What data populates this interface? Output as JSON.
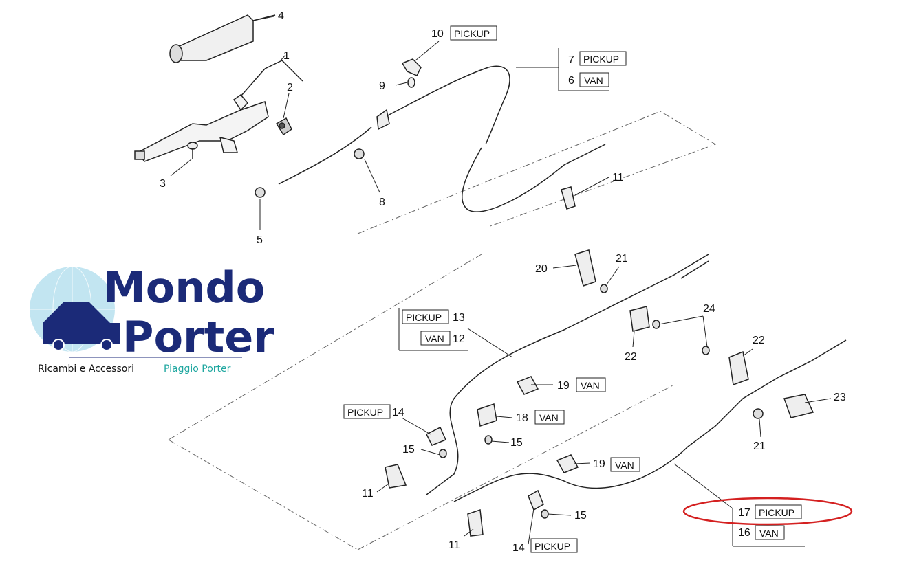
{
  "logo": {
    "line1": "Mondo",
    "line2": "Porter",
    "subtitle_left": "Ricambi e Accessori",
    "subtitle_right": "Piaggio Porter",
    "colors": {
      "primary": "#1b2a78",
      "accent": "#1fa7a0",
      "globe": "#8fd0e6"
    }
  },
  "parts": {
    "n1": "1",
    "n2": "2",
    "n3": "3",
    "n4": "4",
    "n5": "5",
    "n8": "8",
    "n9": "9",
    "n10": "10",
    "n7": "7",
    "n6": "6",
    "n11a": "11",
    "n11b": "11",
    "n11c": "11",
    "n12": "12",
    "n13": "13",
    "n14a": "14",
    "n14b": "14",
    "n15a": "15",
    "n15b": "15",
    "n15c": "15",
    "n16": "16",
    "n17": "17",
    "n18": "18",
    "n19a": "19",
    "n19b": "19",
    "n20": "20",
    "n21a": "21",
    "n21b": "21",
    "n22a": "22",
    "n22b": "22",
    "n23": "23",
    "n24": "24"
  },
  "tags": {
    "pickup": "PICKUP",
    "van": "VAN"
  },
  "highlight": {
    "color": "#d42020",
    "target_part": "17"
  }
}
